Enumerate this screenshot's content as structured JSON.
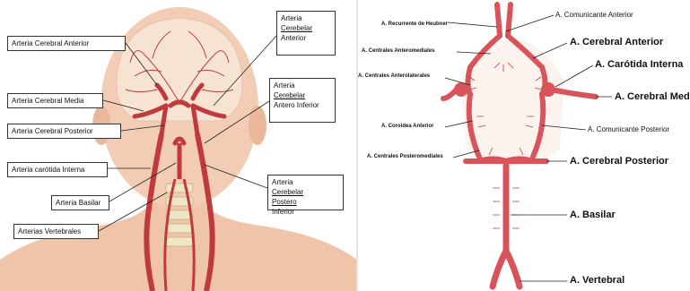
{
  "left": {
    "labels": {
      "cerebral_anterior": "Arteria Cerebral Anterior",
      "cerebral_media": "Arteria Cerebral  Media",
      "cerebral_posterior": "Arteria Cerebral Posterior",
      "carotida_interna": "Arteria carótida Interna",
      "basilar": "Arteria Basilar",
      "vertebrales": "Arterias Vertebrales",
      "cerebelar_anterior": {
        "line1": "Arteria",
        "line2": "Cerebelar",
        "line3": "Anterior"
      },
      "cerebelar_antero_inferior": {
        "line1": "Arteria",
        "line2": "Cerebelar",
        "line3": "Antero Inferior"
      },
      "cerebelar_postero_inferior": {
        "line1a": "Arteria ",
        "line1b": "Cerebelar",
        "line2a": "Postero",
        "line2b": " Inferior"
      }
    }
  },
  "right": {
    "labels": {
      "recurrente_heubner": "A. Recurrente de Heubner",
      "comunicante_anterior": "A. Comunicante Anterior",
      "centrales_anteromediales": "A. Centrales Anteromediales",
      "cerebral_anterior": "A. Cerebral Anterior",
      "centrales_anterolaterales": "A. Centrales Anterolaterales",
      "carotida_interna": "A. Carótida Interna",
      "cerebral_media": "A. Cerebral Media",
      "coroidea_anterior": "A. Coroidea Anterior",
      "comunicante_posterior": "A. Comunicante Posterior",
      "centrales_posteromediales": "A. Centrales Posteromediales",
      "cerebral_posterior": "A. Cerebral Posterior",
      "basilar": "A. Basilar",
      "vertebral": "A. Vertebral"
    }
  },
  "colors": {
    "artery": "#c0393b",
    "artery_light": "#e07b7e",
    "skin": "#f2ccb4",
    "brain": "#f7e3d2",
    "bone": "#efe6c4"
  }
}
